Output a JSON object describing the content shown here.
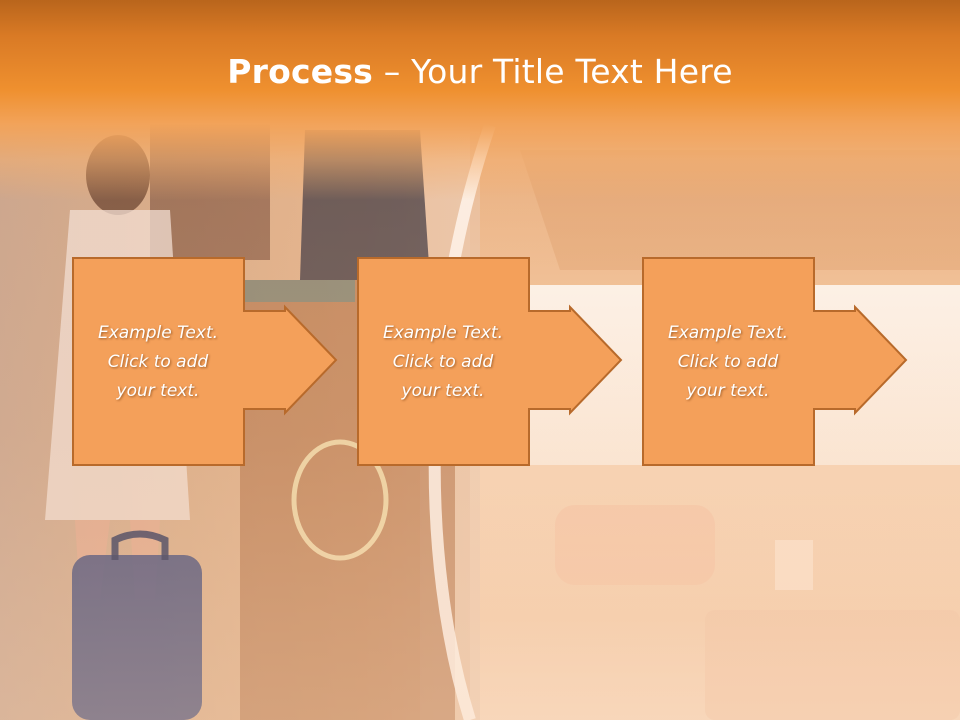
{
  "slide": {
    "title_bold": "Process",
    "title_rest": " – Your Title Text Here",
    "steps": [
      {
        "line1": "Example Text.",
        "line2": "Click  to add",
        "line3": "your text."
      },
      {
        "line1": "Example Text.",
        "line2": "Click  to add",
        "line3": "your text."
      },
      {
        "line1": "Example Text.",
        "line2": "Click  to add",
        "line3": "your text."
      }
    ]
  },
  "colors": {
    "title_band": "#ef902f",
    "box_fill": "#f4a05a",
    "box_border": "#b86a2b",
    "text": "#ffffff"
  }
}
